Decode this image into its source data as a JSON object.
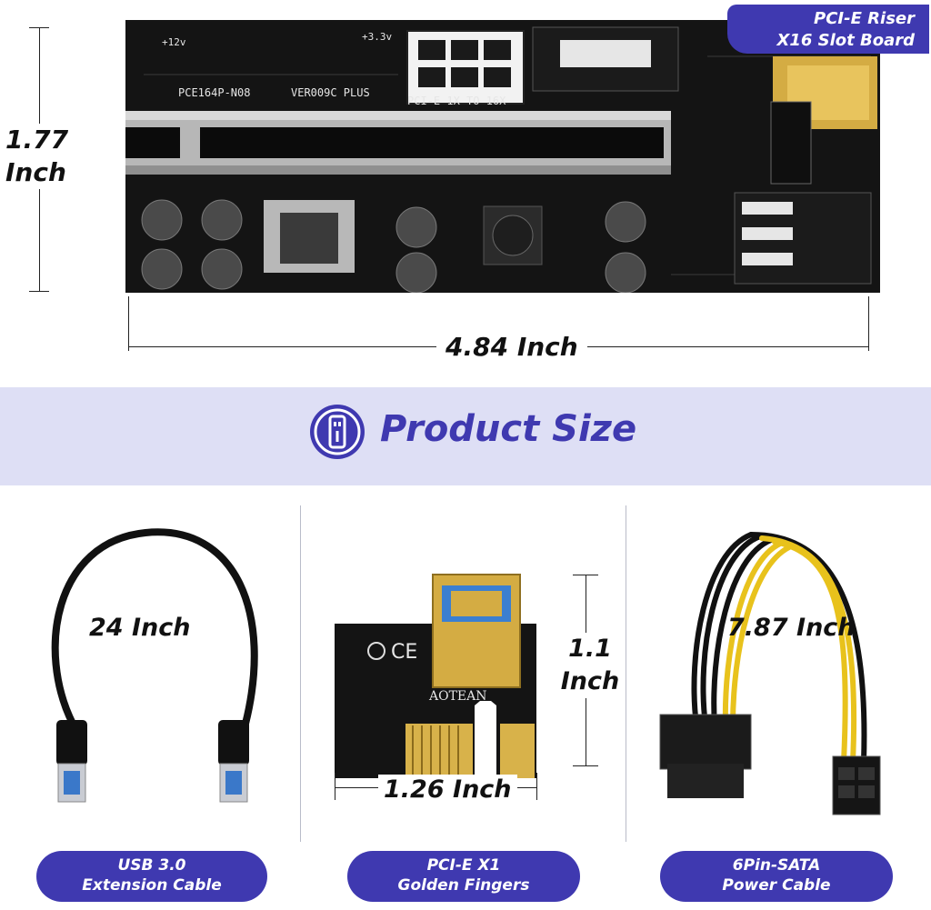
{
  "badge": {
    "line1": "PCI-E Riser",
    "line2": "X16 Slot Board"
  },
  "board": {
    "height_label_1": "1.77",
    "height_label_2": "Inch",
    "width_label": "4.84 Inch",
    "silk_model": "PCE164P-N08",
    "silk_version": "VER009C PLUS",
    "silk_connector": "PCI-E 1X TO 16X",
    "silk_12v": "+12v",
    "silk_33v": "+3.3v"
  },
  "section": {
    "title": "Product Size",
    "icon": "usb-plug-icon"
  },
  "products": [
    {
      "dimension": "24 Inch",
      "label_line1": "USB 3.0",
      "label_line2": "Extension Cable"
    },
    {
      "dimension_height_1": "1.1",
      "dimension_height_2": "Inch",
      "dimension_width": "1.26 Inch",
      "brand": "AOTEAN",
      "label_line1": "PCI-E X1",
      "label_line2": "Golden Fingers"
    },
    {
      "dimension": "7.87 Inch",
      "label_line1": "6Pin-SATA",
      "label_line2": "Power Cable"
    }
  ],
  "colors": {
    "accent": "#3f39b0",
    "band": "#dedff5",
    "pcb": "#1a1a1a",
    "gold": "#c9a437"
  }
}
